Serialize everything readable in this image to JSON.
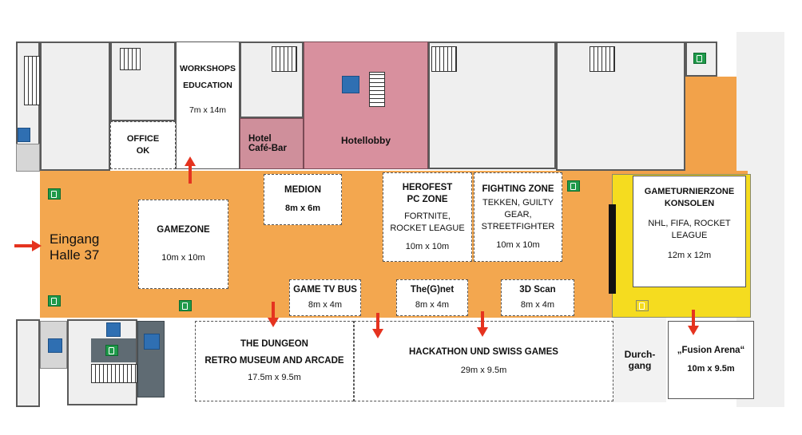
{
  "colors": {
    "hall": "#f3a74f",
    "hall_right": "#f2a24a",
    "lobby": "#d8909e",
    "cafe": "#cf8f9b",
    "gameturnier": "#f5dc1f",
    "arrow": "#e5331f"
  },
  "entrance": {
    "line1": "Eingang",
    "line2": "Halle 37"
  },
  "rooms": {
    "workshops": {
      "line1": "WORKSHOPS",
      "line2": "EDUCATION",
      "size": "7m x 14m"
    },
    "office": {
      "line1": "OFFICE",
      "line2": "OK"
    },
    "cafe": {
      "line1": "Hotel",
      "line2": "Café-Bar"
    },
    "lobby": {
      "name": "Hotellobby"
    },
    "durchgang": {
      "line1": "Durch-",
      "line2": "gang"
    }
  },
  "zones": {
    "medion": {
      "name": "MEDION",
      "size": "8m x 6m"
    },
    "gamezone": {
      "name": "GAMEZONE",
      "size": "10m x 10m"
    },
    "herofest": {
      "line1": "HEROFEST",
      "line2": "PC ZONE",
      "line3": "FORTNITE,",
      "line4": "ROCKET LEAGUE",
      "size": "10m x 10m"
    },
    "fighting": {
      "line1": "FIGHTING ZONE",
      "line2": "TEKKEN, GUILTY",
      "line3": "GEAR,",
      "line4": "STREETFIGHTER",
      "size": "10m x 10m"
    },
    "gameturnier": {
      "line1": "GAMETURNIERZONE",
      "line2": "KONSOLEN",
      "line3": "NHL, FIFA, ROCKET",
      "line4": "LEAGUE",
      "size": "12m x 12m"
    },
    "gametv": {
      "name": "GAME TV BUS",
      "size": "8m x 4m"
    },
    "thegnet": {
      "name": "The(G)net",
      "size": "8m x 4m"
    },
    "scan3d": {
      "name": "3D Scan",
      "size": "8m x 4m"
    },
    "dungeon": {
      "line1": "THE DUNGEON",
      "line2": "RETRO MUSEUM AND ARCADE",
      "size": "17.5m x 9.5m"
    },
    "hackathon": {
      "name": "HACKATHON UND SWISS GAMES",
      "size": "29m x 9.5m"
    },
    "fusion": {
      "name": "„Fusion Arena“",
      "size": "10m x 9.5m"
    }
  }
}
